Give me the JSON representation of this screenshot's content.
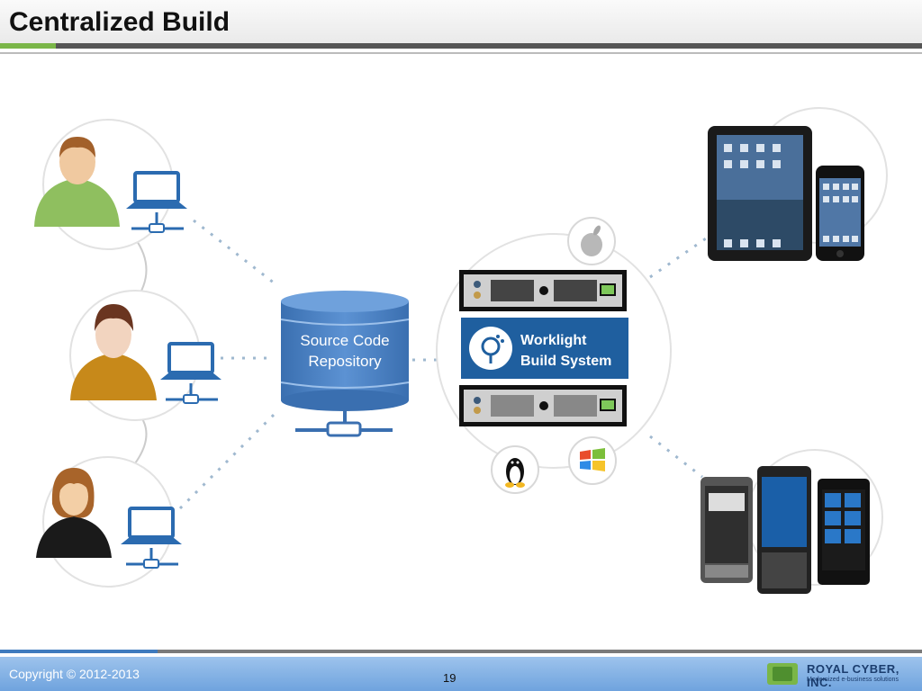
{
  "slide": {
    "title": "Centralized Build",
    "copyright": "Copyright © 2012-2013",
    "page_number": "19",
    "company_name": "ROYAL CYBER, INC.",
    "company_tagline": "Modernized e-business solutions"
  },
  "diagram": {
    "repository_label_line1": "Source Code",
    "repository_label_line2": "Repository",
    "build_system_line1": "Worklight",
    "build_system_line2": "Build System",
    "device_icons": [
      "apple-icon",
      "linux-tux-icon",
      "windows-icon"
    ],
    "colors": {
      "accent_blue": "#2e6fb2",
      "build_panel_blue": "#1f5f9f",
      "footer_blue": "#7db0e4",
      "header_green": "#7ab648"
    }
  }
}
